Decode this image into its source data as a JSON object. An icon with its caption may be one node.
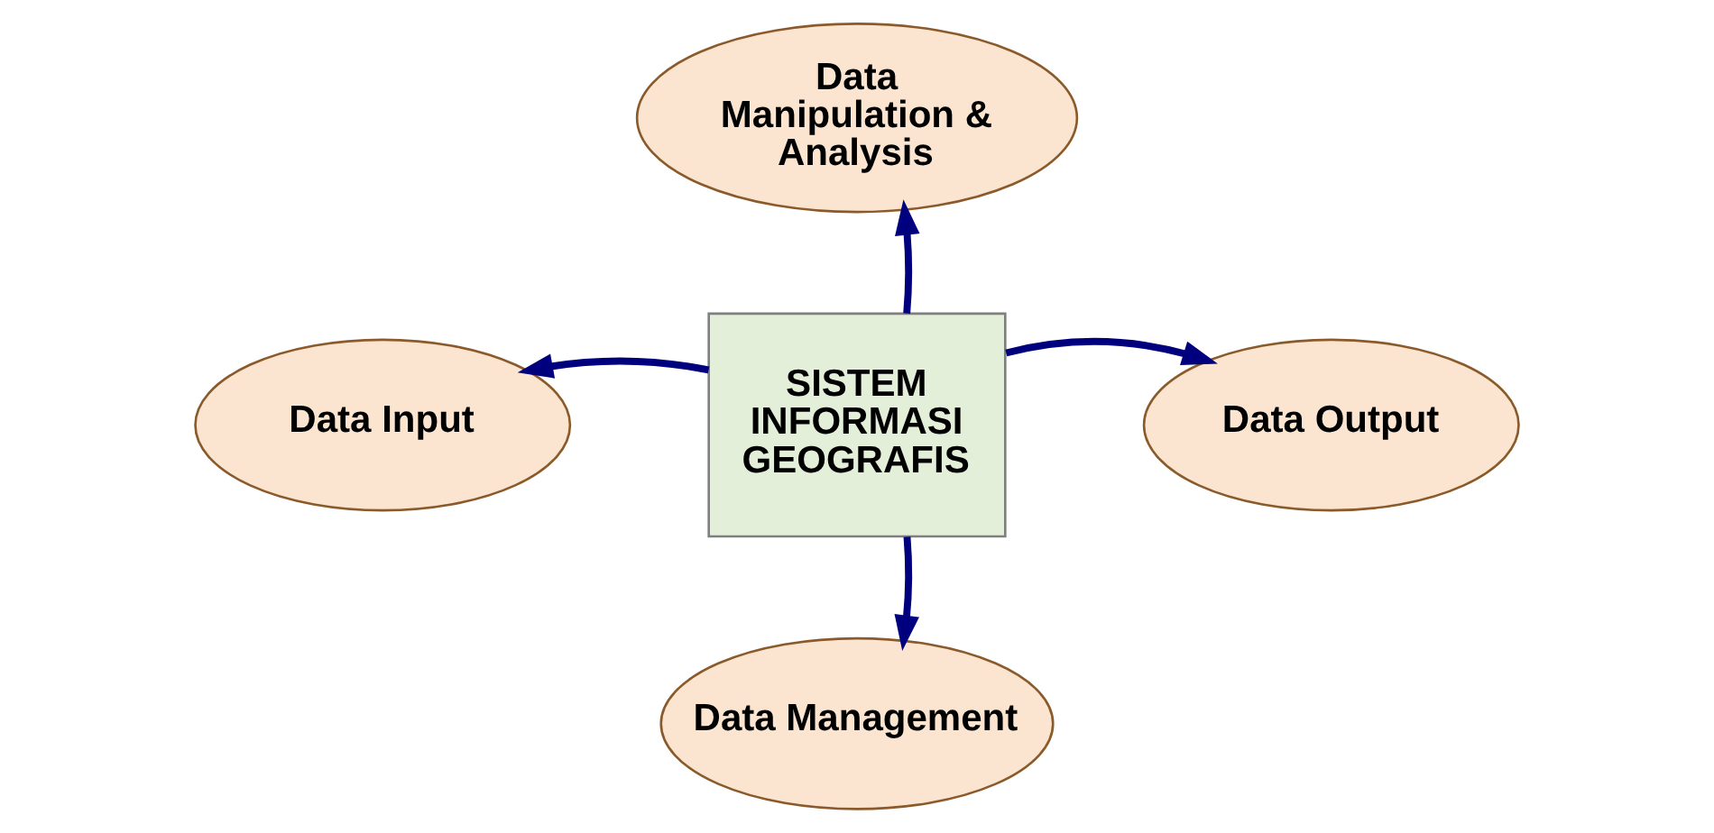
{
  "diagram": {
    "nodes": [
      {
        "text": [
          "Data Manipulation & Analysis"
        ]
      },
      {
        "text": [
          "Data Input"
        ]
      },
      {
        "text": [
          "SISTEM INFORMASI GEOGRAFIS"
        ]
      },
      {
        "text": [
          "Data Output"
        ]
      },
      {
        "text": [
          "Data Management"
        ]
      }
    ],
    "edges": [
      {
        "from": 2,
        "to": 0,
        "arrow": "to"
      },
      {
        "from": 2,
        "to": 1,
        "arrow": "to"
      },
      {
        "from": 2,
        "to": 3,
        "arrow": "to"
      },
      {
        "from": 2,
        "to": 4,
        "arrow": "to"
      }
    ]
  }
}
